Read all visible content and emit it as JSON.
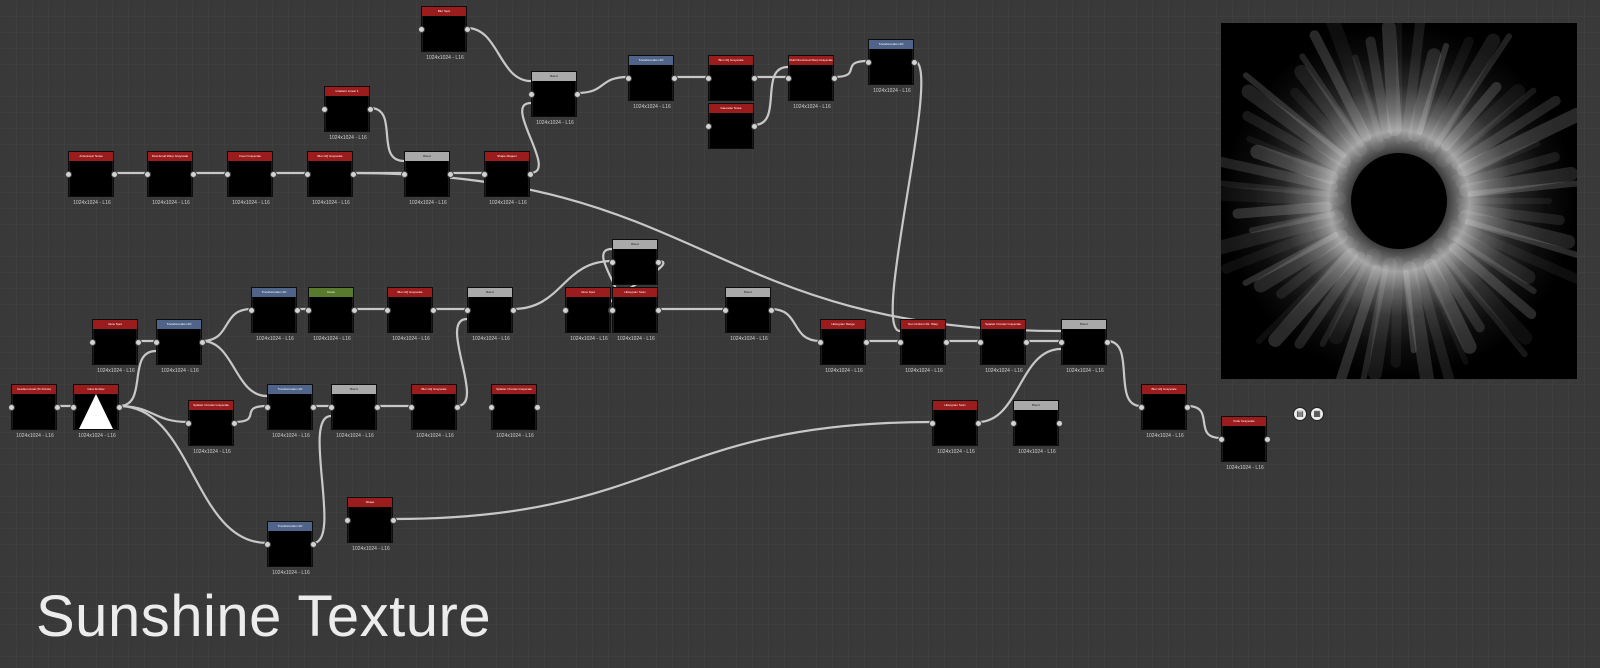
{
  "title": "Sunshine Texture",
  "nodes": [
    {
      "id": "n1",
      "label": "Anisotropic Noise",
      "res": "1024x1024 - L16",
      "hcolor": "red",
      "thumb": "bars"
    },
    {
      "id": "n2",
      "label": "Directional Warp Grayscale",
      "res": "1024x1024 - L16",
      "hcolor": "red",
      "thumb": "rays"
    },
    {
      "id": "n3",
      "label": "Invert Grayscale",
      "res": "1024x1024 - L16",
      "hcolor": "red",
      "thumb": "rays"
    },
    {
      "id": "n4",
      "label": "Blur HQ Grayscale",
      "res": "1024x1024 - L16",
      "hcolor": "red",
      "thumb": "rays"
    },
    {
      "id": "n5",
      "label": "Gradient Linear 1",
      "res": "1024x1024 - L16",
      "hcolor": "red",
      "thumb": "white"
    },
    {
      "id": "n6",
      "label": "Blend",
      "res": "1024x1024 - L16",
      "hcolor": "gray",
      "thumb": "rays"
    },
    {
      "id": "n7",
      "label": "Shape Mapper",
      "res": "1024x1024 - L16",
      "hcolor": "red",
      "thumb": "tri"
    },
    {
      "id": "n8",
      "label": "Blur Spot",
      "res": "1024x1024 - L16",
      "hcolor": "red",
      "thumb": "glow"
    },
    {
      "id": "n9",
      "label": "Blend",
      "res": "1024x1024 - L16",
      "hcolor": "gray",
      "thumb": "tri"
    },
    {
      "id": "n10",
      "label": "Transformation 2D",
      "res": "1024x1024 - L16",
      "hcolor": "blue",
      "thumb": "fan"
    },
    {
      "id": "n11",
      "label": "Blur HQ Grayscale",
      "res": "1024x1024 - L16",
      "hcolor": "red",
      "thumb": "fan"
    },
    {
      "id": "n12",
      "label": "Gaussian Noise",
      "res": "",
      "hcolor": "red",
      "thumb": "noise"
    },
    {
      "id": "n13",
      "label": "Multi Directional Warp Grayscale",
      "res": "1024x1024 - L16",
      "hcolor": "red",
      "thumb": "fan"
    },
    {
      "id": "n14",
      "label": "Transformation 2D",
      "res": "1024x1024 - L16",
      "hcolor": "blue",
      "thumb": "rays"
    },
    {
      "id": "n15",
      "label": "Gradient Axial (To Points)",
      "res": "1024x1024 - L16",
      "hcolor": "red",
      "thumb": "grad"
    },
    {
      "id": "n16",
      "label": "Glow Emitter",
      "res": "1024x1024 - L16",
      "hcolor": "red",
      "thumb": "trap"
    },
    {
      "id": "n17",
      "label": "Glow Spot",
      "res": "1024x1024 - L16",
      "hcolor": "red",
      "thumb": "glow"
    },
    {
      "id": "n18",
      "label": "Transformation 2D",
      "res": "1024x1024 - L16",
      "hcolor": "blue",
      "thumb": "glow"
    },
    {
      "id": "n19",
      "label": "Splatter Circular Grayscale",
      "res": "1024x1024 - L16",
      "hcolor": "red",
      "thumb": "splat"
    },
    {
      "id": "n20",
      "label": "Transformation 2D",
      "res": "1024x1024 - L16",
      "hcolor": "blue",
      "thumb": "splat"
    },
    {
      "id": "n21",
      "label": "Curve",
      "res": "1024x1024 - L16",
      "hcolor": "green",
      "thumb": "fan"
    },
    {
      "id": "n22",
      "label": "Blur HQ Grayscale",
      "res": "1024x1024 - L16",
      "hcolor": "red",
      "thumb": "fan"
    },
    {
      "id": "n23",
      "label": "Blend",
      "res": "1024x1024 - L16",
      "hcolor": "gray",
      "thumb": "fan"
    },
    {
      "id": "n24",
      "label": "Glow Spot",
      "res": "1024x1024 - L16",
      "hcolor": "red",
      "thumb": "glow"
    },
    {
      "id": "n25",
      "label": "Blend",
      "res": "1024x1024 - L16",
      "hcolor": "gray",
      "thumb": "fan"
    },
    {
      "id": "n26",
      "label": "Histogram Scan",
      "res": "1024x1024 - L16",
      "hcolor": "red",
      "thumb": "fan"
    },
    {
      "id": "n27",
      "label": "Blend",
      "res": "1024x1024 - L16",
      "hcolor": "gray",
      "thumb": "fan"
    },
    {
      "id": "n28",
      "label": "Histogram Range",
      "res": "1024x1024 - L16",
      "hcolor": "red",
      "thumb": "fan"
    },
    {
      "id": "n29",
      "label": "Non Uniform Dir. Warp",
      "res": "1024x1024 - L16",
      "hcolor": "red",
      "thumb": "fan"
    },
    {
      "id": "n30",
      "label": "Splatter Circular Grayscale",
      "res": "1024x1024 - L16",
      "hcolor": "red",
      "thumb": "splat"
    },
    {
      "id": "n31",
      "label": "Blend",
      "res": "1024x1024 - L16",
      "hcolor": "gray",
      "thumb": "splat"
    },
    {
      "id": "n32",
      "label": "Transformation 2D",
      "res": "1024x1024 - L16",
      "hcolor": "blue",
      "thumb": "splat"
    },
    {
      "id": "n33",
      "label": "Blend",
      "res": "1024x1024 - L16",
      "hcolor": "gray",
      "thumb": "splat"
    },
    {
      "id": "n34",
      "label": "Blur HQ Grayscale",
      "res": "1024x1024 - L16",
      "hcolor": "red",
      "thumb": "fan"
    },
    {
      "id": "n35",
      "label": "Splatter Circular Grayscale",
      "res": "1024x1024 - L16",
      "hcolor": "red",
      "thumb": "splat"
    },
    {
      "id": "n36",
      "label": "Transformation 2D",
      "res": "1024x1024 - L16",
      "hcolor": "blue",
      "thumb": "splat"
    },
    {
      "id": "n37",
      "label": "Shape",
      "res": "1024x1024 - L16",
      "hcolor": "red",
      "thumb": "shape"
    },
    {
      "id": "n38",
      "label": "Histogram Scan",
      "res": "1024x1024 - L16",
      "hcolor": "red",
      "thumb": "hist"
    },
    {
      "id": "n39",
      "label": "Blend",
      "res": "1024x1024 - L16",
      "hcolor": "gray",
      "thumb": "fan"
    },
    {
      "id": "n40",
      "label": "Blur HQ Grayscale",
      "res": "1024x1024 - L16",
      "hcolor": "red",
      "thumb": "fan"
    },
    {
      "id": "n41",
      "label": "Polar Grayscale",
      "res": "1024x1024 - L16",
      "hcolor": "red",
      "thumb": "ring"
    }
  ],
  "colors": {
    "red": "#9a1c1c",
    "blue": "#4f6488",
    "gray": "#a9a9a9",
    "green": "#587a2c",
    "wire": "#c8c8c8",
    "canvas": "#393939"
  },
  "icons": {
    "output_doc": "document-icon",
    "output_checker": "checker-icon"
  }
}
